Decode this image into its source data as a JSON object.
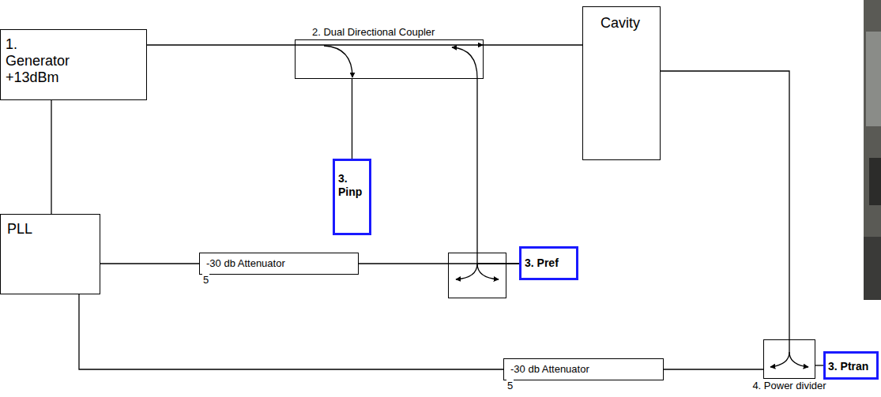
{
  "diagram": {
    "nodes": [
      {
        "text": [
          "1. Generator +13dBm"
        ]
      },
      {
        "text": [
          "2. Dual Directional Coupler"
        ]
      },
      {
        "text": [
          "Cavity"
        ]
      },
      {
        "text": [
          "3. Pinp"
        ]
      },
      {
        "text": [
          "PLL"
        ]
      },
      {
        "text": [
          "-30 db Attenuator",
          "5"
        ]
      },
      {
        "text": [
          "3. Pref"
        ]
      },
      {
        "text": [
          "-30 db Attenuator",
          "5"
        ]
      },
      {
        "text": [
          "4. Power divider"
        ]
      },
      {
        "text": [
          "3. Ptran"
        ]
      }
    ],
    "edges": [
      {
        "from": 0,
        "to": 1,
        "arrow": "none"
      },
      {
        "from": 1,
        "to": 2,
        "arrow": "none"
      },
      {
        "from": 1,
        "to": 3,
        "arrow": "none"
      },
      {
        "from": 0,
        "to": 4,
        "arrow": "none"
      },
      {
        "from": 4,
        "to": 5,
        "arrow": "none"
      },
      {
        "from": 5,
        "to": 6,
        "arrow": "none"
      },
      {
        "from": 1,
        "to": 6,
        "arrow": "none"
      },
      {
        "from": 4,
        "to": 7,
        "arrow": "none"
      },
      {
        "from": 2,
        "to": 8,
        "arrow": "none"
      },
      {
        "from": 7,
        "to": 8,
        "arrow": "none"
      },
      {
        "from": 8,
        "to": 9,
        "arrow": "none"
      }
    ]
  }
}
